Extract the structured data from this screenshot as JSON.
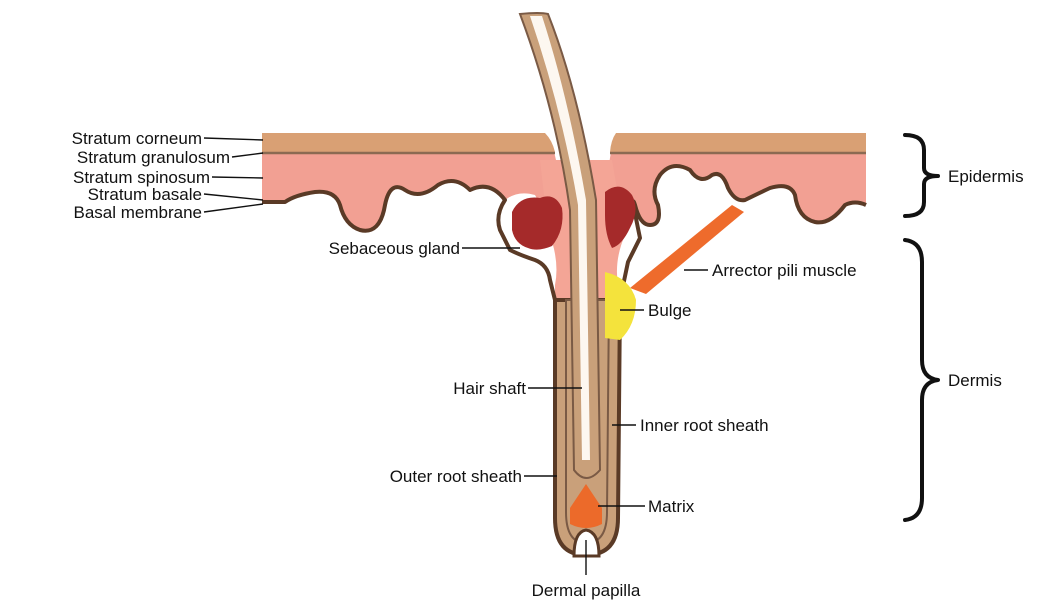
{
  "colors": {
    "corneum": "#d9a074",
    "corneum_line": "#8b6a52",
    "epidermis": "#f2a093",
    "dermis_sheath": "#f4a596",
    "membrane": "#5a3a26",
    "sebaceous": "#a52a2a",
    "arrector": "#ee6b2c",
    "bulge": "#f4e33c",
    "shaft": "#c9a07a",
    "shaft_highlight": "#fdf7f0",
    "matrix": "#ec6a2a",
    "papilla": "#ffffff"
  },
  "labels": {
    "stratum_corneum": "Stratum corneum",
    "stratum_granulosum": "Stratum granulosum",
    "stratum_spinosum": "Stratum spinosum",
    "stratum_basale": "Stratum basale",
    "basal_membrane": "Basal membrane",
    "sebaceous_gland": "Sebaceous gland",
    "arrector_pili_muscle": "Arrector pili muscle",
    "bulge": "Bulge",
    "hair_shaft": "Hair shaft",
    "inner_root_sheath": "Inner root sheath",
    "outer_root_sheath": "Outer root sheath",
    "matrix": "Matrix",
    "dermal_papilla": "Dermal papilla",
    "epidermis": "Epidermis",
    "dermis": "Dermis"
  }
}
